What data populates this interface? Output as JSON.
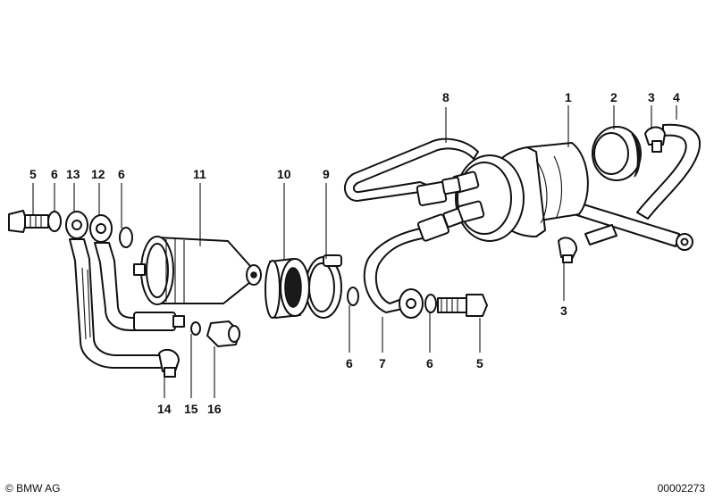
{
  "callouts": [
    {
      "id": "c5a",
      "text": "5"
    },
    {
      "id": "c6a",
      "text": "6"
    },
    {
      "id": "c13",
      "text": "13"
    },
    {
      "id": "c12",
      "text": "12"
    },
    {
      "id": "c6b",
      "text": "6"
    },
    {
      "id": "c11",
      "text": "11"
    },
    {
      "id": "c10",
      "text": "10"
    },
    {
      "id": "c9",
      "text": "9"
    },
    {
      "id": "c8",
      "text": "8"
    },
    {
      "id": "c1",
      "text": "1"
    },
    {
      "id": "c2",
      "text": "2"
    },
    {
      "id": "c3a",
      "text": "3"
    },
    {
      "id": "c4",
      "text": "4"
    },
    {
      "id": "c3b",
      "text": "3"
    },
    {
      "id": "c6c",
      "text": "6"
    },
    {
      "id": "c7",
      "text": "7"
    },
    {
      "id": "c6d",
      "text": "6"
    },
    {
      "id": "c5b",
      "text": "5"
    },
    {
      "id": "c14",
      "text": "14"
    },
    {
      "id": "c15",
      "text": "15"
    },
    {
      "id": "c16",
      "text": "16"
    }
  ],
  "footer": {
    "copyright": "© BMW AG",
    "doc_number": "00002273"
  }
}
